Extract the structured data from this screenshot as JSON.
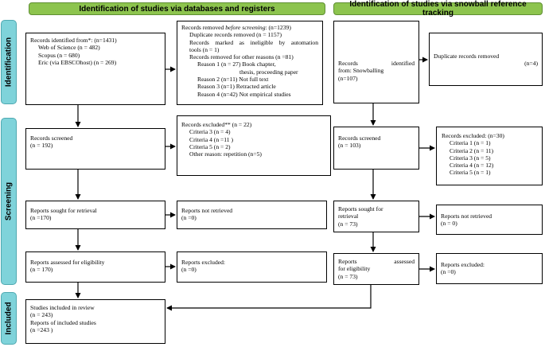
{
  "headers": {
    "databases": "Identification of studies via databases and registers",
    "snowball": "Identification of studies via snowball reference tracking"
  },
  "phases": {
    "identification": "Identification",
    "screening": "Screening",
    "included": "Included"
  },
  "db": {
    "identified": {
      "title": "Records identified from*: (n=1431)",
      "wos": "Web of Science (n = 482)",
      "scopus": "Scopus (n = 680)",
      "eric": "Eric (via EBSCOhost) (n = 269)"
    },
    "removed": {
      "title_prefix": "Records removed ",
      "title_emph": "before screening",
      "title_suffix": ": (n=1239)",
      "duplicates": "Duplicate records removed (n = 1157)",
      "ineligible_1": "Records marked as ineligible by automation",
      "ineligible_2": "tools (n = 1)",
      "other": "Records removed for other reasons (n =81)",
      "reason1a": "Reason 1 (n = 27) Book chapter,",
      "reason1b": "thesis, proceeding paper",
      "reason2": "Reason 2 (n=11) Not full text",
      "reason3": "Reason 3 (n=1) Retracted article",
      "reason4": "Reason 4 (n=42) Not empirical studies"
    },
    "screened": {
      "title": "Records screened",
      "n": "(n = 192)"
    },
    "excluded": {
      "title": "Records excluded** (n = 22)",
      "c3": "Criteria 3 (n = 4)",
      "c4": "Criteria 4 (n =11 )",
      "c5": "Criteria 5 (n = 2)",
      "other": "Other reason: repetition (n=5)"
    },
    "sought": {
      "title": "Reports sought for retrieval",
      "n": "(n =170)"
    },
    "not_retrieved": {
      "title": "Reports not retrieved",
      "n": "(n =0)"
    },
    "assessed": {
      "title": "Reports assessed for eligibility",
      "n": "(n = 170)"
    },
    "reports_excluded": {
      "title": "Reports excluded:",
      "n": "(n =0)"
    },
    "included": {
      "studies": "Studies included in review",
      "studies_n": "(n = 243)",
      "reports": "Reports of included studies",
      "reports_n": "(n =243 )"
    }
  },
  "sb": {
    "identified": {
      "line1": "Records identified",
      "line2": "from: Snowballing",
      "n": "(n=107)"
    },
    "duplicates": {
      "title": "Duplicate records removed",
      "n": "(n=4)"
    },
    "screened": {
      "title": "Records screened",
      "n": "(n = 103)"
    },
    "excluded": {
      "title": "Records excluded: (n=30)",
      "c1": "Criteria 1 (n = 1)",
      "c2": "Criteria 2 (n = 11)",
      "c3": "Criteria 3 (n = 5)",
      "c4": "Criteria 4 (n = 12)",
      "c5": "Criteria 5 (n = 1)"
    },
    "sought": {
      "line1": "Reports sought for",
      "line2": "retrieval",
      "n": "(n = 73)"
    },
    "not_retrieved": {
      "title": "Reports not retrieved",
      "n": "(n = 0)"
    },
    "assessed": {
      "line1": "Reports assessed",
      "line2": "for eligibility",
      "n": "(n = 73)"
    },
    "reports_excluded": {
      "title": "Reports excluded:",
      "n": "(n =0)"
    }
  }
}
